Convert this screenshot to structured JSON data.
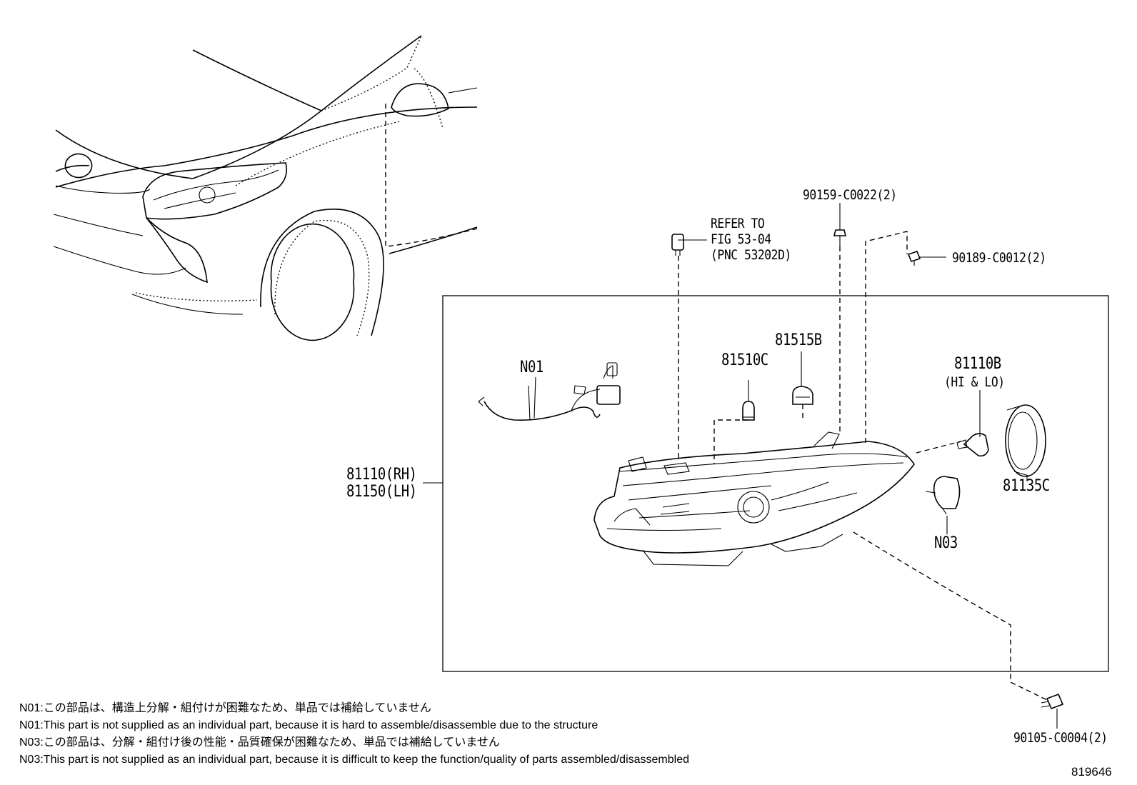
{
  "labels": {
    "part_90159": "90159-C0022(2)",
    "refer_line1": "REFER TO",
    "refer_line2": "FIG 53-04",
    "refer_line3": "(PNC 53202D)",
    "part_90189": "90189-C0012(2)",
    "part_N01": "N01",
    "part_81510C": "81510C",
    "part_81515B": "81515B",
    "part_81110B": "81110B",
    "part_81110B_note": "(HI & LO)",
    "part_81110_rh": "81110(RH)",
    "part_81150_lh": "81150(LH)",
    "part_81135C": "81135C",
    "part_N03": "N03",
    "part_90105": "90105-C0004(2)"
  },
  "notes": [
    "N01:この部品は、構造上分解・組付けが困難なため、単品では補給していません",
    "N01:This part is not supplied as an individual part, because it is hard to assemble/disassemble due to the structure",
    "N03:この部品は、分解・組付け後の性能・品質確保が困難なため、単品では補給していません",
    "N03:This part is not supplied as an individual part, because it is difficult to keep the function/quality of parts assembled/disassembled"
  ],
  "figure_number": "819646"
}
